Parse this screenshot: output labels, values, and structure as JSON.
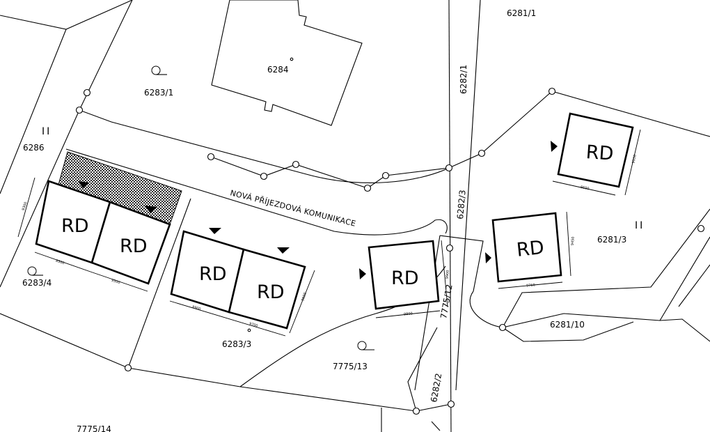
{
  "parcels": {
    "p6281_1": "6281/1",
    "p6284": "6284",
    "p6283_1": "6283/1",
    "p6282_1": "6282/1",
    "p6286": "6286",
    "p6282_3": "6282/3",
    "p6281_3": "6281/3",
    "p6283_4": "6283/4",
    "p6283_3": "6283/3",
    "p7775_12": "7775/12",
    "p7775_13": "7775/13",
    "p6281_10": "6281/10",
    "p6282_2": "6282/2",
    "p7775_14": "7775/14"
  },
  "road_label": "NOVÁ PŘÍJEZDOVÁ KOMUNIKACE",
  "house_label": "RD",
  "roman_marks": {
    "left": "II",
    "right": "II"
  },
  "dimensions": {
    "d8500": "8500",
    "d9500": "9500",
    "d8900": "8900",
    "d9300": "9300",
    "d9600": "9600",
    "d9800": "9800",
    "d9700": "9700",
    "d9900": "9900",
    "d9750": "9750",
    "d9450": "9450",
    "d9550": "9550",
    "d9150": "9150"
  }
}
